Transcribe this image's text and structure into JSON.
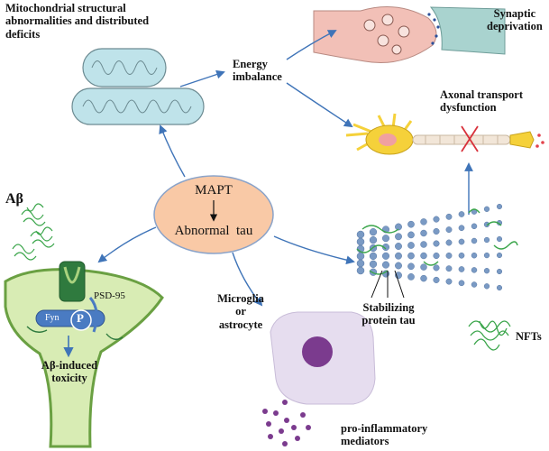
{
  "nodes": {
    "center_top": "MAPT",
    "center_bottom": "Abnormal  tau",
    "abeta": "Aβ",
    "mito": [
      "Mitochondrial structural",
      "abnormalities and distributed",
      "deficits"
    ],
    "energy": [
      "Energy",
      "imbalance"
    ],
    "synaptic": [
      "Synaptic",
      "deprivation"
    ],
    "axonal": [
      "Axonal transport",
      "dysfunction"
    ],
    "microglia": [
      "Microglia",
      "or",
      "astrocyte"
    ],
    "pro_inflam": [
      "pro-inflammatory",
      "mediators"
    ],
    "stabilizing": [
      "Stabilizing",
      "protein tau"
    ],
    "nfts": "NFTs",
    "psd95": "PSD-95",
    "fyn": "Fyn",
    "p": "P",
    "toxicity": [
      "Aβ-induced",
      "toxicity"
    ]
  },
  "colors": {
    "arrow": "#3f74b8",
    "center_fill": "#f9c9a6",
    "mito_fill": "#bfe3ea",
    "spine_fill": "#d8ecb4",
    "spine_stroke": "#6aa042",
    "receptor": "#2f7a3e",
    "fyn": "#4a7bc2",
    "cell_fill": "#e6ddef",
    "nucleus": "#7b3b8e",
    "fiber": "#7a9ac4",
    "tangle": "#3aa54a",
    "synapse_pink": "#f2c0b7",
    "synapse_teal": "#a9d3cf",
    "neuron_yellow": "#f5d13a"
  }
}
